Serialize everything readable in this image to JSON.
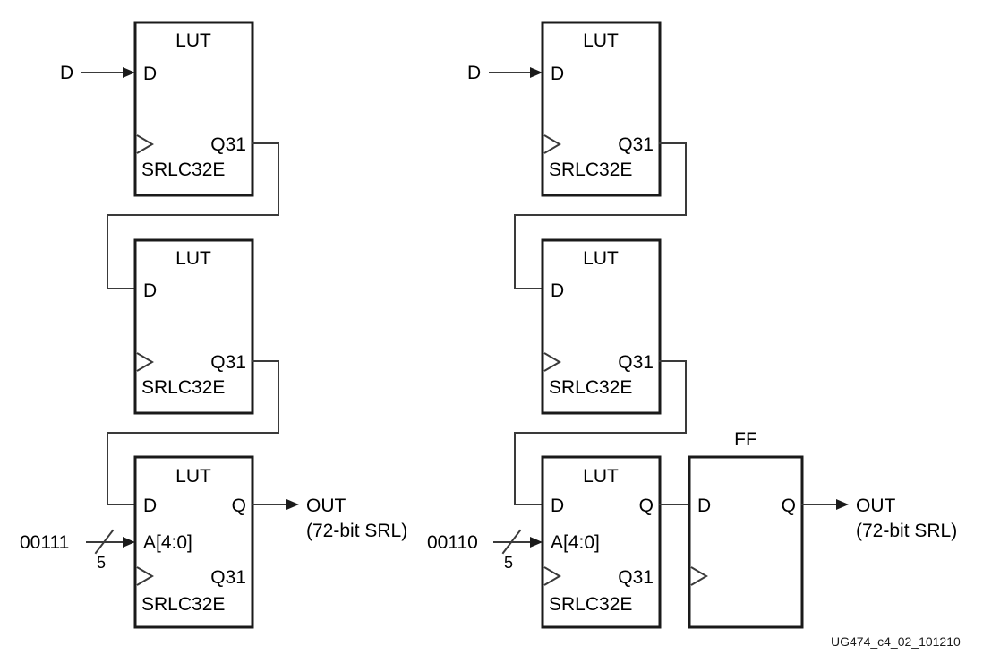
{
  "figure": {
    "footer_label": "UG474_c4_02_101210",
    "line_color": "#3a3a3a",
    "block_stroke_color": "#1a1a1a",
    "text_color": "#000000",
    "background": "#ffffff"
  },
  "columns": [
    {
      "id": "left",
      "input_signal": "D",
      "address_value": "00111",
      "address_bus_width": "5",
      "output_signal": "OUT",
      "output_note": "(72-bit SRL)",
      "blocks": [
        {
          "id": "left-srl-1",
          "title": "LUT",
          "subtitle": "SRLC32E",
          "pins": {
            "d": "D",
            "q31": "Q31"
          }
        },
        {
          "id": "left-srl-2",
          "title": "LUT",
          "subtitle": "SRLC32E",
          "pins": {
            "d": "D",
            "q31": "Q31"
          }
        },
        {
          "id": "left-srl-3",
          "title": "LUT",
          "subtitle": "SRLC32E",
          "pins": {
            "d": "D",
            "addr": "A[4:0]",
            "q": "Q",
            "q31": "Q31"
          }
        }
      ]
    },
    {
      "id": "right",
      "input_signal": "D",
      "address_value": "00110",
      "address_bus_width": "5",
      "output_signal": "OUT",
      "output_note": "(72-bit SRL)",
      "blocks": [
        {
          "id": "right-srl-1",
          "title": "LUT",
          "subtitle": "SRLC32E",
          "pins": {
            "d": "D",
            "q31": "Q31"
          }
        },
        {
          "id": "right-srl-2",
          "title": "LUT",
          "subtitle": "SRLC32E",
          "pins": {
            "d": "D",
            "q31": "Q31"
          }
        },
        {
          "id": "right-srl-3",
          "title": "LUT",
          "subtitle": "SRLC32E",
          "pins": {
            "d": "D",
            "addr": "A[4:0]",
            "q": "Q",
            "q31": "Q31"
          }
        },
        {
          "id": "right-ff",
          "title": "FF",
          "subtitle": "",
          "pins": {
            "d": "D",
            "q": "Q"
          }
        }
      ]
    }
  ]
}
